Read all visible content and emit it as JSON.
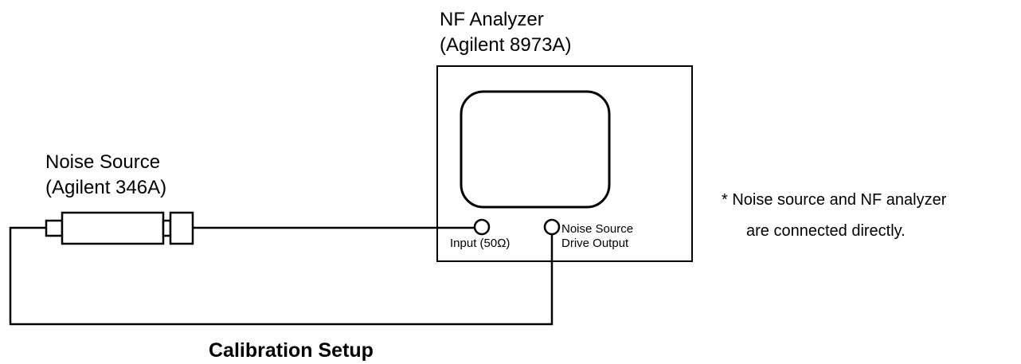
{
  "analyzer": {
    "name": "NF Analyzer",
    "model": "(Agilent 8973A)",
    "input_label": "Input (50Ω)",
    "drive_output_line1": "Noise Source",
    "drive_output_line2": "Drive Output"
  },
  "noise_source": {
    "name": "Noise Source",
    "model": "(Agilent 346A)"
  },
  "note": {
    "line1": "* Noise source and NF analyzer",
    "line2": "are connected directly."
  },
  "caption": "Calibration Setup"
}
